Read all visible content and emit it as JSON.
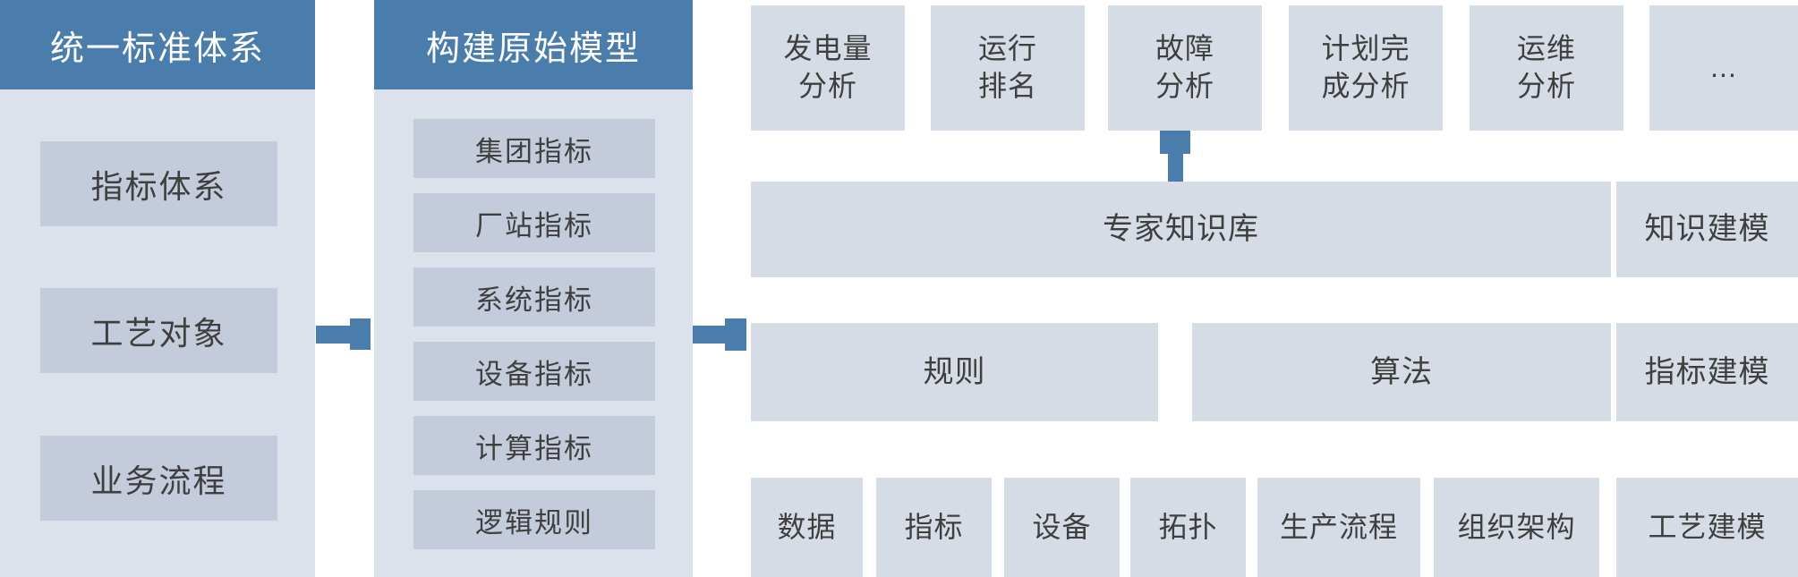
{
  "colors": {
    "header_blue": "#4a7dab",
    "arrow_blue": "#4a7dab",
    "panel_bg": "#dce2ec",
    "panel_item_bg": "#c4ccdb",
    "right_box_bg": "#d6dce5",
    "text_dark": "#3f3f3f",
    "text_light": "#ffffff"
  },
  "left_panel": {
    "title": "统一标准体系",
    "items": [
      "指标体系",
      "工艺对象",
      "业务流程"
    ]
  },
  "middle_panel": {
    "title": "构建原始模型",
    "items": [
      "集团指标",
      "厂站指标",
      "系统指标",
      "设备指标",
      "计算指标",
      "逻辑规则"
    ]
  },
  "analysis_row": {
    "items": [
      "发电量\n分析",
      "运行\n排名",
      "故障\n分析",
      "计划完\n成分析",
      "运维\n分析",
      "..."
    ]
  },
  "knowledge_row": {
    "main": "专家知识库",
    "side": "知识建模"
  },
  "rules_row": {
    "rule": "规则",
    "algorithm": "算法",
    "side": "指标建模"
  },
  "model_row": {
    "items": [
      "数据",
      "指标",
      "设备",
      "拓扑",
      "生产流程",
      "组织架构"
    ],
    "side": "工艺建模"
  }
}
